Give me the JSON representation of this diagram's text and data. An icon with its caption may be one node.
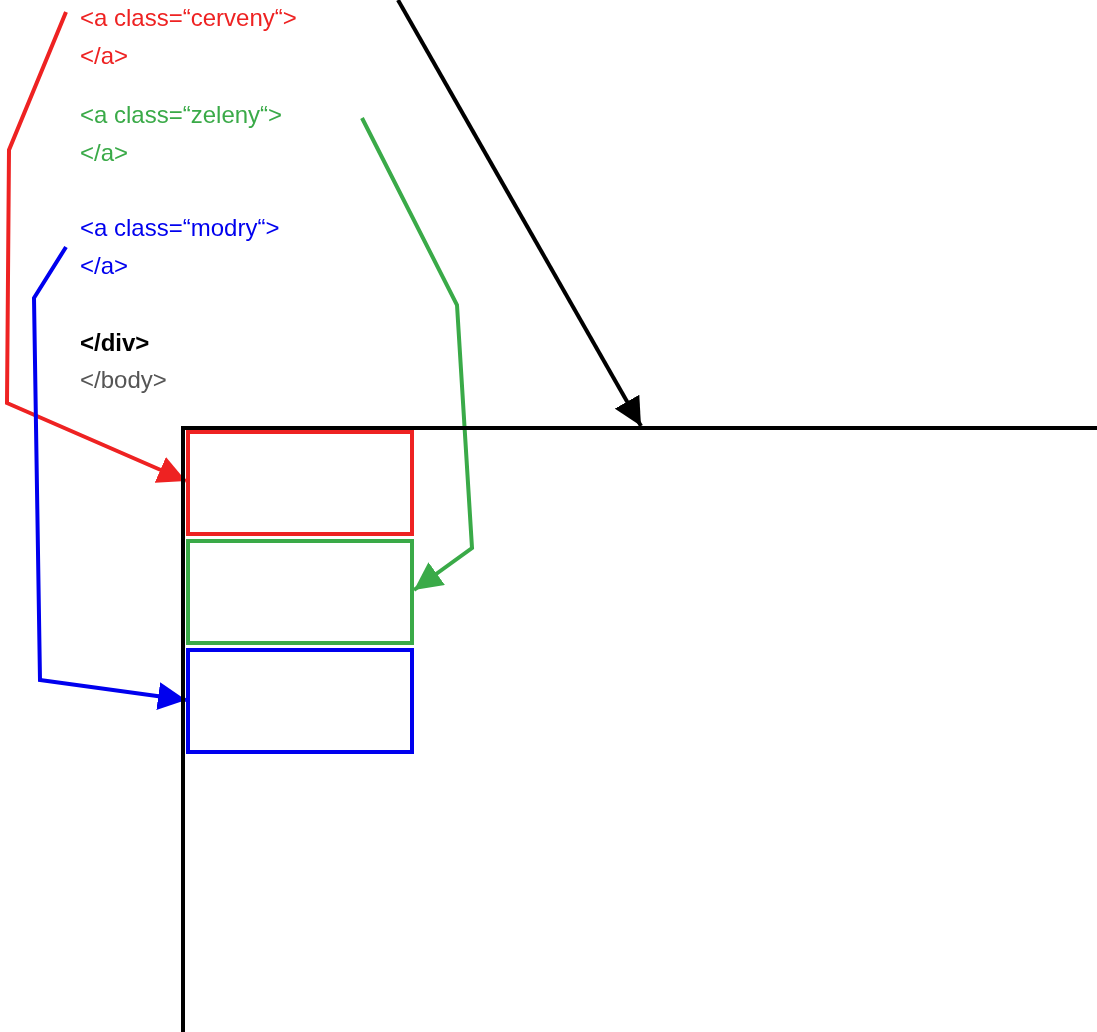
{
  "diagram": {
    "nodes": [
      {
        "text": [],
        "shape": "box"
      },
      {
        "text": [],
        "shape": "box",
        "in": 0
      },
      {
        "text": [],
        "shape": "box",
        "in": 0
      },
      {
        "text": [],
        "shape": "box",
        "in": 0
      },
      {
        "text": [
          "<a class=“cerveny“> </a>"
        ]
      },
      {
        "text": [
          "<a class=“zeleny“> </a>"
        ]
      },
      {
        "text": [
          "<a class=“modry“> </a>"
        ]
      }
    ],
    "edges": [
      {
        "from": null,
        "to": 0,
        "arrow": "to",
        "color": "#000000"
      },
      {
        "from": 4,
        "to": 1,
        "arrow": "to",
        "color": "#ee2222"
      },
      {
        "from": 5,
        "to": 2,
        "arrow": "to",
        "color": "#3aaa48"
      },
      {
        "from": 6,
        "to": 3,
        "arrow": "to",
        "color": "#0000ee"
      }
    ],
    "labels": [
      "</div>",
      "</body>"
    ]
  }
}
